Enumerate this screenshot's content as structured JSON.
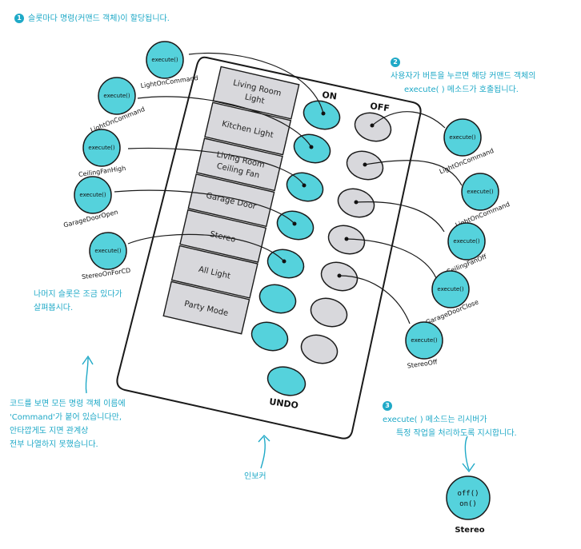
{
  "notes": {
    "note1": {
      "num": "1",
      "text": "슬롯마다 명령(커맨드 객체)이 할당됩니다."
    },
    "note2": {
      "num": "2",
      "line1": "사용자가 버튼을 누르면 해당 커맨드 객체의",
      "line2": "execute( ) 메소드가 호출됩니다."
    },
    "note3": {
      "num": "3",
      "line1": "execute( ) 메소드는 리시버가",
      "line2": "특정 작업을 처리하도록 지시합니다."
    },
    "rest": {
      "line1": "나머지 슬롯은 조금 있다가",
      "line2": "살펴봅시다."
    },
    "naming": {
      "line1": "코드를 보면 모든 명령 객체 이름에",
      "line2": "'Command'가 붙어 있습니다만,",
      "line3": "안타깝게도 지면 관계상",
      "line4": "전부 나열하지 못했습니다."
    },
    "invoker": "인보커"
  },
  "remote": {
    "on_label": "ON",
    "off_label": "OFF",
    "undo_label": "UNDO",
    "slots": [
      {
        "line1": "Living Room",
        "line2": "Light"
      },
      {
        "line1": "Kitchen Light",
        "line2": ""
      },
      {
        "line1": "Living Room",
        "line2": "Ceiling Fan"
      },
      {
        "line1": "Garage Door",
        "line2": ""
      },
      {
        "line1": "Stereo",
        "line2": ""
      },
      {
        "line1": "All Light",
        "line2": ""
      },
      {
        "line1": "Party Mode",
        "line2": ""
      }
    ]
  },
  "commands": {
    "method": "execute()",
    "left": [
      "LightOnCommand",
      "LightOnCommand",
      "CeilingFanHigh",
      "GarageDoorOpen",
      "StereoOnForCD"
    ],
    "right": [
      "LightOnCommand",
      "LightOnCommand",
      "CeilingFanOff",
      "GarageDoorClose",
      "StereoOff"
    ]
  },
  "receiver": {
    "name": "Stereo",
    "methods": [
      "off()",
      "on()"
    ]
  },
  "colors": {
    "teal": "#55d2dc",
    "gray": "#d8d8dc",
    "accent": "#1fa9c7",
    "outline": "#1a1a1a"
  }
}
